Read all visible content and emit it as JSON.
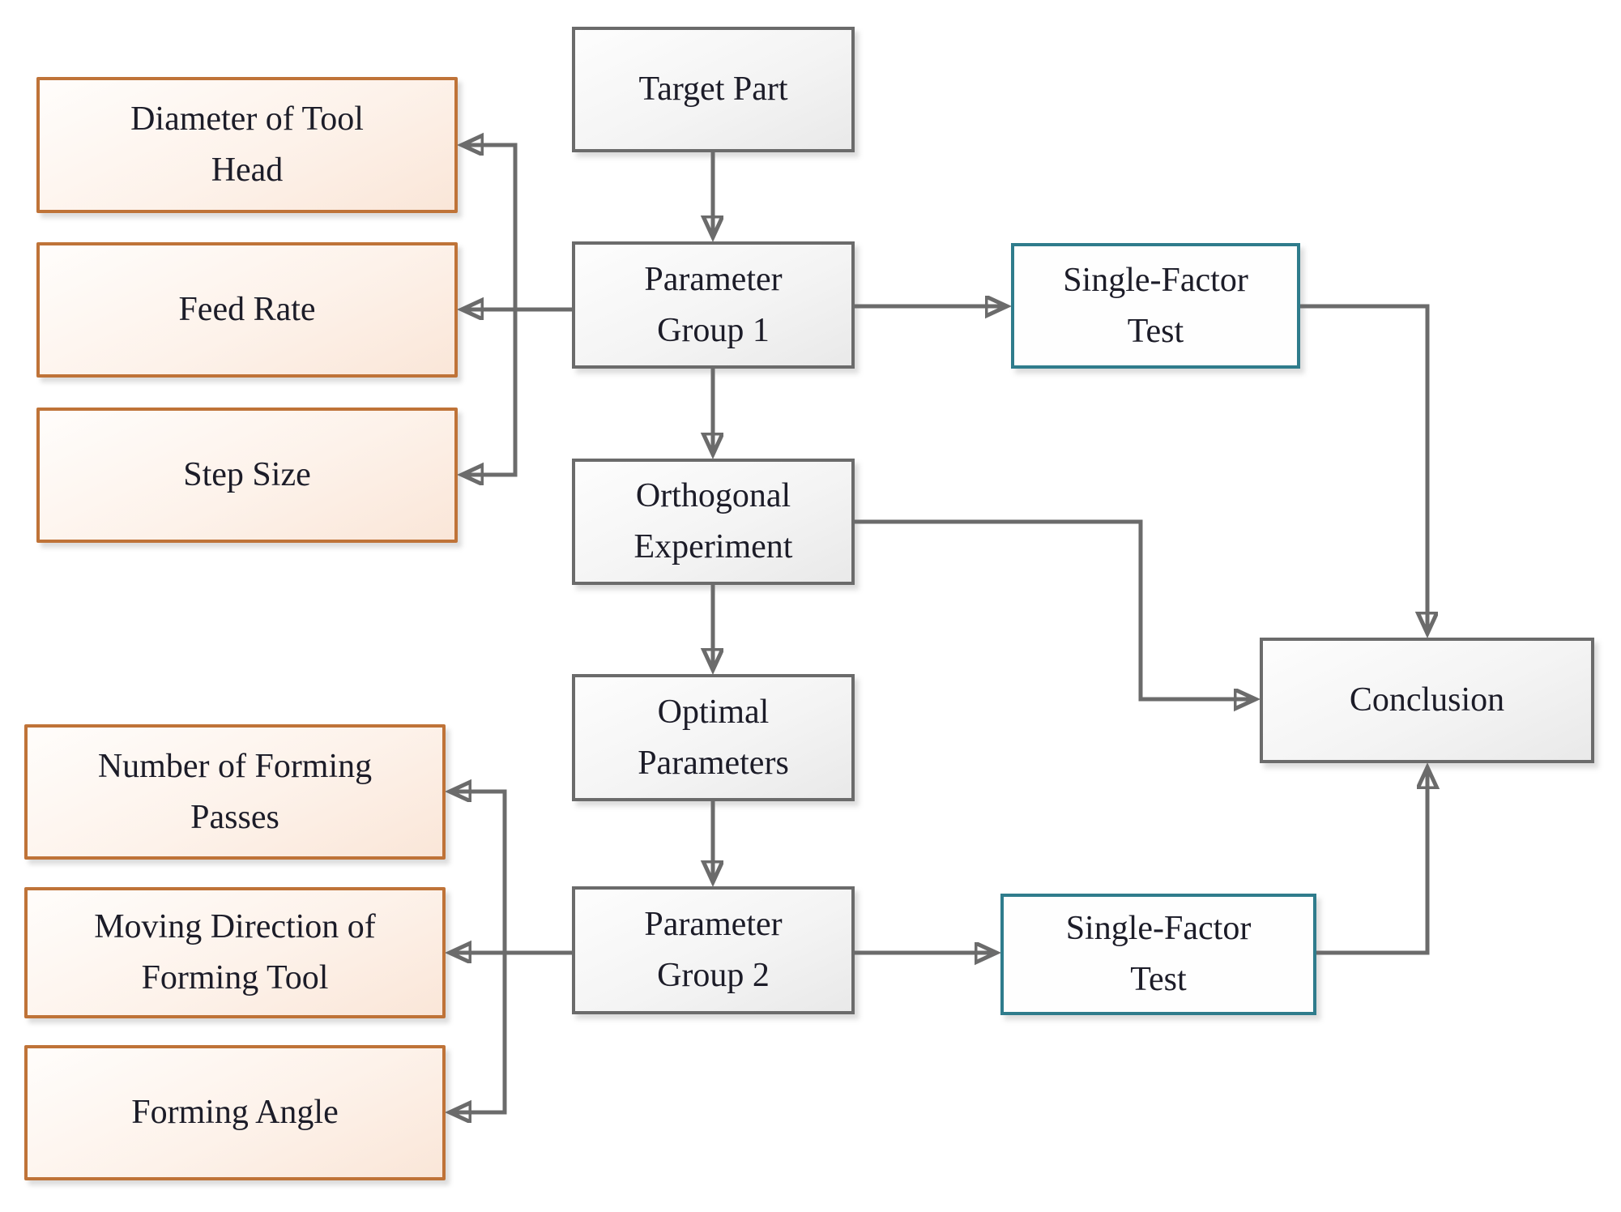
{
  "diagram": {
    "type": "flowchart",
    "nodes": {
      "target_part": {
        "label": "Target Part",
        "kind": "process"
      },
      "parameter_group_1": {
        "label": "Parameter\nGroup 1",
        "kind": "process"
      },
      "orthogonal_experiment": {
        "label": "Orthogonal\nExperiment",
        "kind": "process"
      },
      "optimal_parameters": {
        "label": "Optimal\nParameters",
        "kind": "process"
      },
      "parameter_group_2": {
        "label": "Parameter\nGroup 2",
        "kind": "process"
      },
      "single_factor_test_1": {
        "label": "Single-Factor\nTest",
        "kind": "test"
      },
      "single_factor_test_2": {
        "label": "Single-Factor\nTest",
        "kind": "test"
      },
      "conclusion": {
        "label": "Conclusion",
        "kind": "process"
      },
      "diameter_of_tool_head": {
        "label": "Diameter of Tool\nHead",
        "kind": "factor"
      },
      "feed_rate": {
        "label": "Feed Rate",
        "kind": "factor"
      },
      "step_size": {
        "label": "Step Size",
        "kind": "factor"
      },
      "number_of_forming_passes": {
        "label": "Number of Forming\nPasses",
        "kind": "factor"
      },
      "moving_direction_of_forming_tool": {
        "label": "Moving Direction of\nForming Tool",
        "kind": "factor"
      },
      "forming_angle": {
        "label": "Forming Angle",
        "kind": "factor"
      }
    },
    "edges": [
      {
        "from": "target_part",
        "to": "parameter_group_1"
      },
      {
        "from": "parameter_group_1",
        "to": "diameter_of_tool_head"
      },
      {
        "from": "parameter_group_1",
        "to": "feed_rate"
      },
      {
        "from": "parameter_group_1",
        "to": "step_size"
      },
      {
        "from": "parameter_group_1",
        "to": "single_factor_test_1"
      },
      {
        "from": "parameter_group_1",
        "to": "orthogonal_experiment"
      },
      {
        "from": "orthogonal_experiment",
        "to": "optimal_parameters"
      },
      {
        "from": "orthogonal_experiment",
        "to": "conclusion"
      },
      {
        "from": "optimal_parameters",
        "to": "parameter_group_2"
      },
      {
        "from": "parameter_group_2",
        "to": "number_of_forming_passes"
      },
      {
        "from": "parameter_group_2",
        "to": "moving_direction_of_forming_tool"
      },
      {
        "from": "parameter_group_2",
        "to": "forming_angle"
      },
      {
        "from": "parameter_group_2",
        "to": "single_factor_test_2"
      },
      {
        "from": "single_factor_test_1",
        "to": "conclusion"
      },
      {
        "from": "single_factor_test_2",
        "to": "conclusion"
      }
    ],
    "colors": {
      "process_border": "#6b6b6b",
      "factor_border": "#bf7338",
      "test_border": "#2f7c8c",
      "connector": "#6b6b6b",
      "text": "#1c1c28"
    }
  }
}
